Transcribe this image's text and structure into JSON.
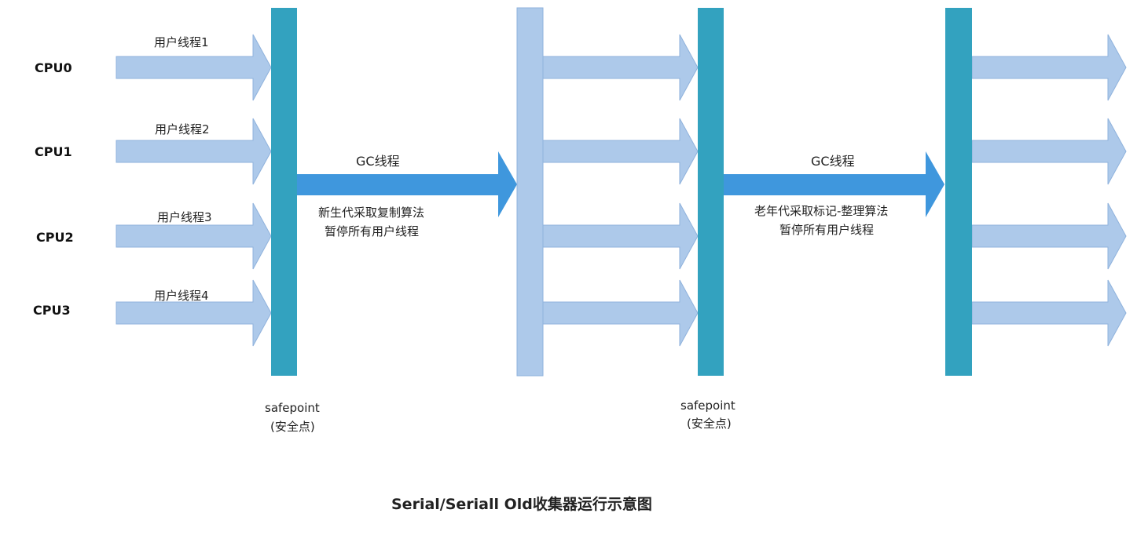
{
  "cpus": [
    "CPU0",
    "CPU1",
    "CPU2",
    "CPU3"
  ],
  "user_threads": [
    "用户线程1",
    "用户线程2",
    "用户线程3",
    "用户线程4"
  ],
  "phases": [
    {
      "gc_label": "GC线程",
      "note_line1": "新生代采取复制算法",
      "note_line2": "暂停所有用户线程"
    },
    {
      "gc_label": "GC线程",
      "note_line1": "老年代采取标记-整理算法",
      "note_line2": "暂停所有用户线程"
    }
  ],
  "safepoints": [
    {
      "label": "safepoint",
      "sub": "(安全点)"
    },
    {
      "label": "safepoint",
      "sub": "(安全点)"
    }
  ],
  "caption": "Serial/Seriall Old收集器运行示意图",
  "colors": {
    "teal_bar": "#33a2bf",
    "light_arrow": "#adc9ea",
    "gc_arrow": "#3f97dd"
  }
}
